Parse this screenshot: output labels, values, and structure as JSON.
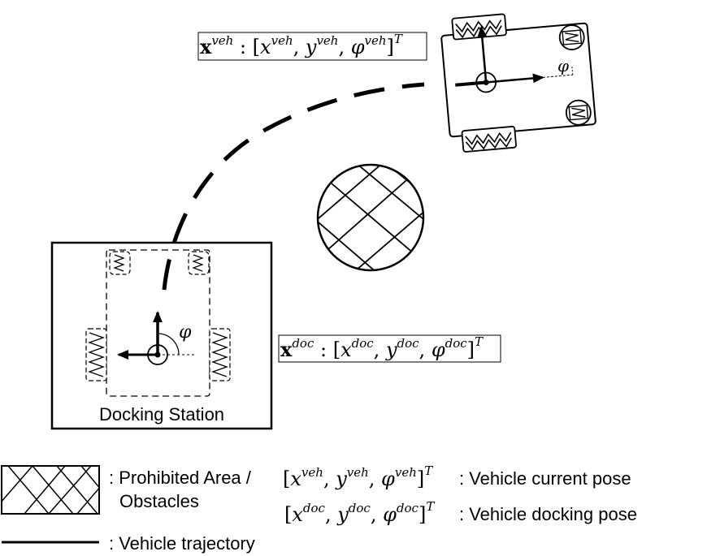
{
  "diagram": {
    "station_label": "Docking Station",
    "angle_symbol": "φ",
    "veh_pose": {
      "vector": "x",
      "superscript": "veh",
      "components": [
        "x",
        "y",
        "φ"
      ],
      "transpose": "T"
    },
    "doc_pose": {
      "vector": "x",
      "superscript": "doc",
      "components": [
        "x",
        "y",
        "φ"
      ],
      "transpose": "T"
    }
  },
  "legend": {
    "obstacle_label_line1": ": Prohibited Area /",
    "obstacle_label_line2": "Obstacles",
    "trajectory_label": ": Vehicle trajectory",
    "current_pose_label": ": Vehicle current pose",
    "docking_pose_label": ": Vehicle docking pose"
  },
  "colors": {
    "ink": "#000000",
    "background": "#ffffff"
  }
}
